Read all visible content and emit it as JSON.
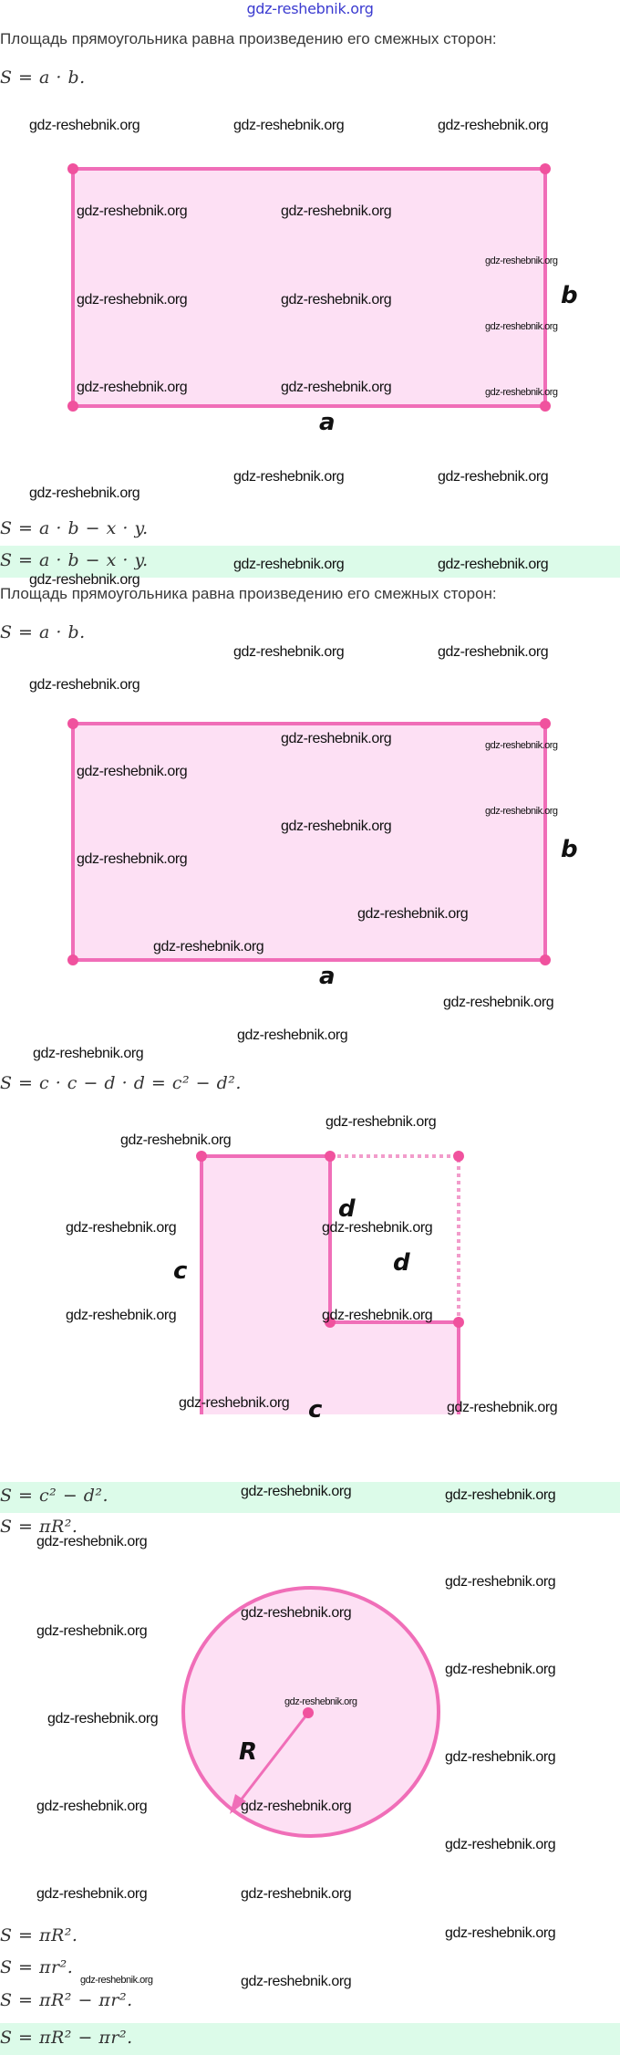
{
  "site": {
    "title": "gdz-reshebnik.org"
  },
  "colors": {
    "shape_stroke": "#f06eb8",
    "shape_fill": "#fde0f4",
    "highlight_band": "#dcfbe9",
    "title_link": "#3b3bd0"
  },
  "sections": [
    {
      "intro": "Площадь прямоугольника равна произведению его смежных сторон:",
      "formula": "S = a · b.",
      "figure": {
        "type": "rectangle",
        "labels": {
          "bottom": "a",
          "right": "b"
        }
      },
      "steps": [
        "S = a · b − x · y."
      ],
      "answer": "S = a · b − x · y."
    },
    {
      "intro": "Площадь прямоугольника равна произведению его смежных сторон:",
      "formula": "S = a · b.",
      "figure": {
        "type": "rectangle",
        "labels": {
          "bottom": "a",
          "right": "b"
        }
      },
      "steps": [
        "S = c · c − d · d = c² − d²."
      ]
    },
    {
      "figure": {
        "type": "l-shape",
        "labels": {
          "left": "c",
          "bottom": "c",
          "inner_vertical": "d",
          "inner_horizontal": "d"
        }
      },
      "answer": "S = c² − d²."
    },
    {
      "formula": "S = πR².",
      "figure": {
        "type": "circle",
        "labels": {
          "radius": "R"
        }
      },
      "steps": [
        "S = πR².",
        "S = πr².",
        "S = πR² − πr²."
      ],
      "answer": "S = πR² − πr²."
    }
  ],
  "watermark": "gdz-reshebnik.org"
}
